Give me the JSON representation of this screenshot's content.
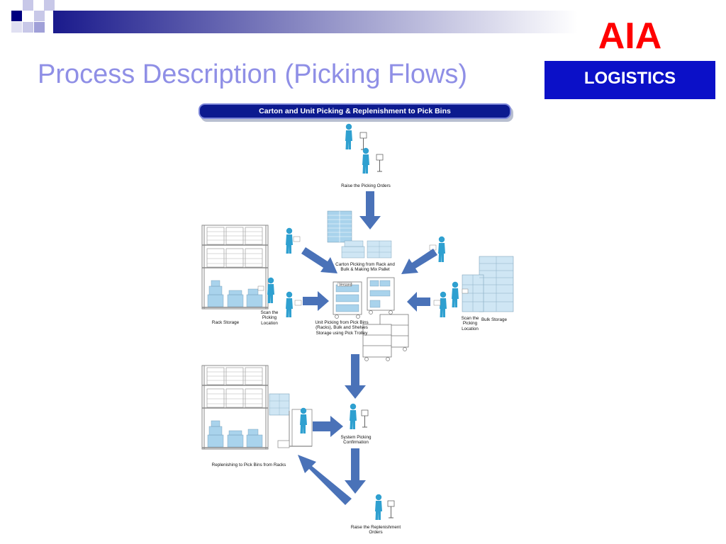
{
  "slide": {
    "title": "Process Description (Picking Flows)"
  },
  "logo": {
    "brand": "AIA",
    "subtitle": "LOGISTICS"
  },
  "diagram": {
    "banner": "Carton and Unit Picking & Replenishment to Pick Bins",
    "captions": {
      "raise_picking_orders": "Raise the Picking Orders",
      "carton_picking": "Carton Picking from Rack and Bulk & Making Mix Pallet",
      "unit_picking": "Unit Picking from Pick Bins (Racks), Bulk and Shelves Storage using Pick Trolley",
      "rack_storage": "Rack Storage",
      "scan_left": "Scan the Picking Location",
      "scan_right": "Scan the Picking Location",
      "bulk_storage": "Bulk Storage",
      "system_confirmation": "System Picking Confirmation",
      "replenishing": "Replenishing to Pick Bins from Racks",
      "raise_replenishment": "Raise the Replenishment Orders",
      "trolley_label": "Versand"
    }
  },
  "colors": {
    "title": "#8f8fe6",
    "logo_red": "#ff0000",
    "logo_blue": "#0b10c8",
    "banner": "#0c1a8f",
    "arrow": "#4a72b8",
    "person": "#2fa0d0",
    "box": "#a9d3ec"
  },
  "icons": [
    "person-at-computer-icon",
    "person-scanner-icon",
    "person-carrying-box-icon",
    "pallet-stack-icon",
    "storage-rack-icon",
    "pick-trolley-icon",
    "forklift-icon",
    "flow-arrow-icon"
  ]
}
